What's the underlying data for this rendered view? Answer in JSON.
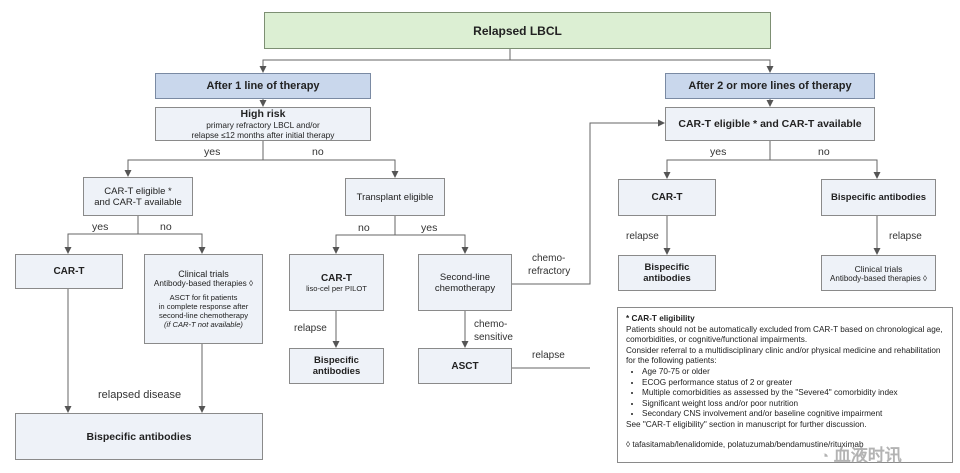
{
  "root": "Relapsed LBCL",
  "left_branch": {
    "header": "After 1 line of therapy",
    "high_risk": {
      "title": "High risk",
      "line1": "primary refractory LBCL and/or",
      "line2": "relapse ≤12 months after initial therapy"
    },
    "yes": "yes",
    "no": "no",
    "cart_eligible": {
      "line1": "CAR-T eligible *",
      "line2": "and CAR-T available"
    },
    "yes2": "yes",
    "no2": "no",
    "cart": "CAR-T",
    "clinical": {
      "line1": "Clinical trials",
      "line2": "Antibody-based therapies ◊",
      "line3": "ASCT for fit patients",
      "line4": "in complete response after",
      "line5": "second-line chemotherapy",
      "line6": "(if CAR-T not available)"
    },
    "relapsed_disease": "relapsed disease",
    "bispecific_bottom": "Bispecific antibodies",
    "transplant": "Transplant eligible",
    "no3": "no",
    "yes3": "yes",
    "cart_liso": {
      "title": "CAR-T",
      "sub": "liso-cel per PILOT"
    },
    "relapse1": "relapse",
    "bispecific_mid": {
      "line1": "Bispecific",
      "line2": "antibodies"
    },
    "second_line": {
      "line1": "Second-line",
      "line2": "chemotherapy"
    },
    "chemo_sensitive": {
      "line1": "chemo-",
      "line2": "sensitive"
    },
    "asct": "ASCT",
    "chemo_refractory": {
      "line1": "chemo-",
      "line2": "refractory"
    },
    "relapse2": "relapse"
  },
  "right_branch": {
    "header": "After 2 or more lines of therapy",
    "eligible": "CAR-T eligible * and CAR-T available",
    "yes": "yes",
    "no": "no",
    "cart": "CAR-T",
    "relapse": "relapse",
    "bispecific_small": {
      "line1": "Bispecific",
      "line2": "antibodies"
    },
    "bispecific_right": "Bispecific antibodies",
    "relapse_right": "relapse",
    "clinical_right": {
      "line1": "Clinical trials",
      "line2": "Antibody-based therapies ◊"
    }
  },
  "note": {
    "title": "* CAR-T eligibility",
    "p1": "Patients should not be automatically excluded from CAR-T based on chronological age, comorbidities, or cognitive/functional impairments.",
    "p2": "Consider referral to a multidisciplinary clinic and/or physical medicine and rehabilitation for the following patients:",
    "bullets": [
      "Age 70-75 or older",
      "ECOG performance status of 2 or greater",
      "Multiple comorbidities as assessed by the \"Severe4\" comorbidity index",
      "Significant weight loss and/or poor nutrition",
      "Secondary CNS involvement and/or baseline cognitive impairment"
    ],
    "p3": "See \"CAR-T eligibility\" section in manuscript for further discussion.",
    "footnote": "◊ tafasitamab/lenalidomide, polatuzumab/bendamustine/rituximab"
  },
  "watermark": "血液时讯"
}
